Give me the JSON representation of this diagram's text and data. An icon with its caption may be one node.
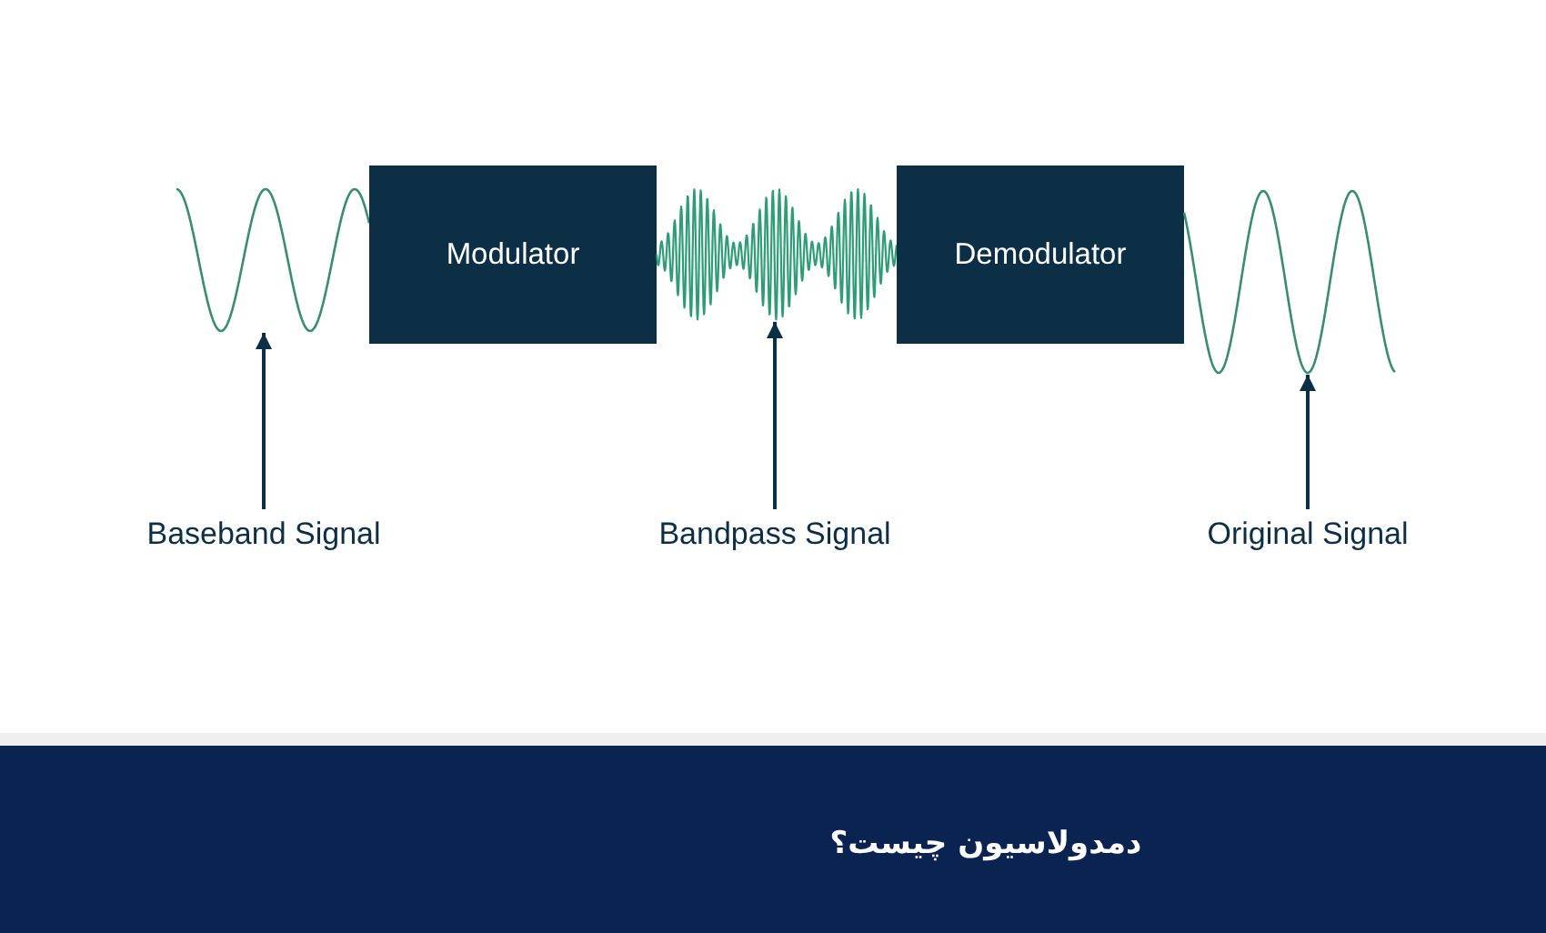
{
  "diagram": {
    "title": "دمدولاسیون چیست؟",
    "nodes": [
      {
        "text": [],
        "shape": "wave"
      },
      {
        "text": [
          "Modulator"
        ]
      },
      {
        "text": [],
        "shape": "wave"
      },
      {
        "text": [
          "Demodulator"
        ]
      },
      {
        "text": [],
        "shape": "wave"
      },
      {
        "text": [
          "Baseband Signal"
        ]
      },
      {
        "text": [
          "Bandpass Signal"
        ]
      },
      {
        "text": [
          "Original Signal"
        ]
      }
    ],
    "edges": [
      {
        "from": 5,
        "to": 0,
        "arrow": "to"
      },
      {
        "from": 6,
        "to": 2,
        "arrow": "to"
      },
      {
        "from": 7,
        "to": 4,
        "arrow": "to"
      }
    ]
  }
}
